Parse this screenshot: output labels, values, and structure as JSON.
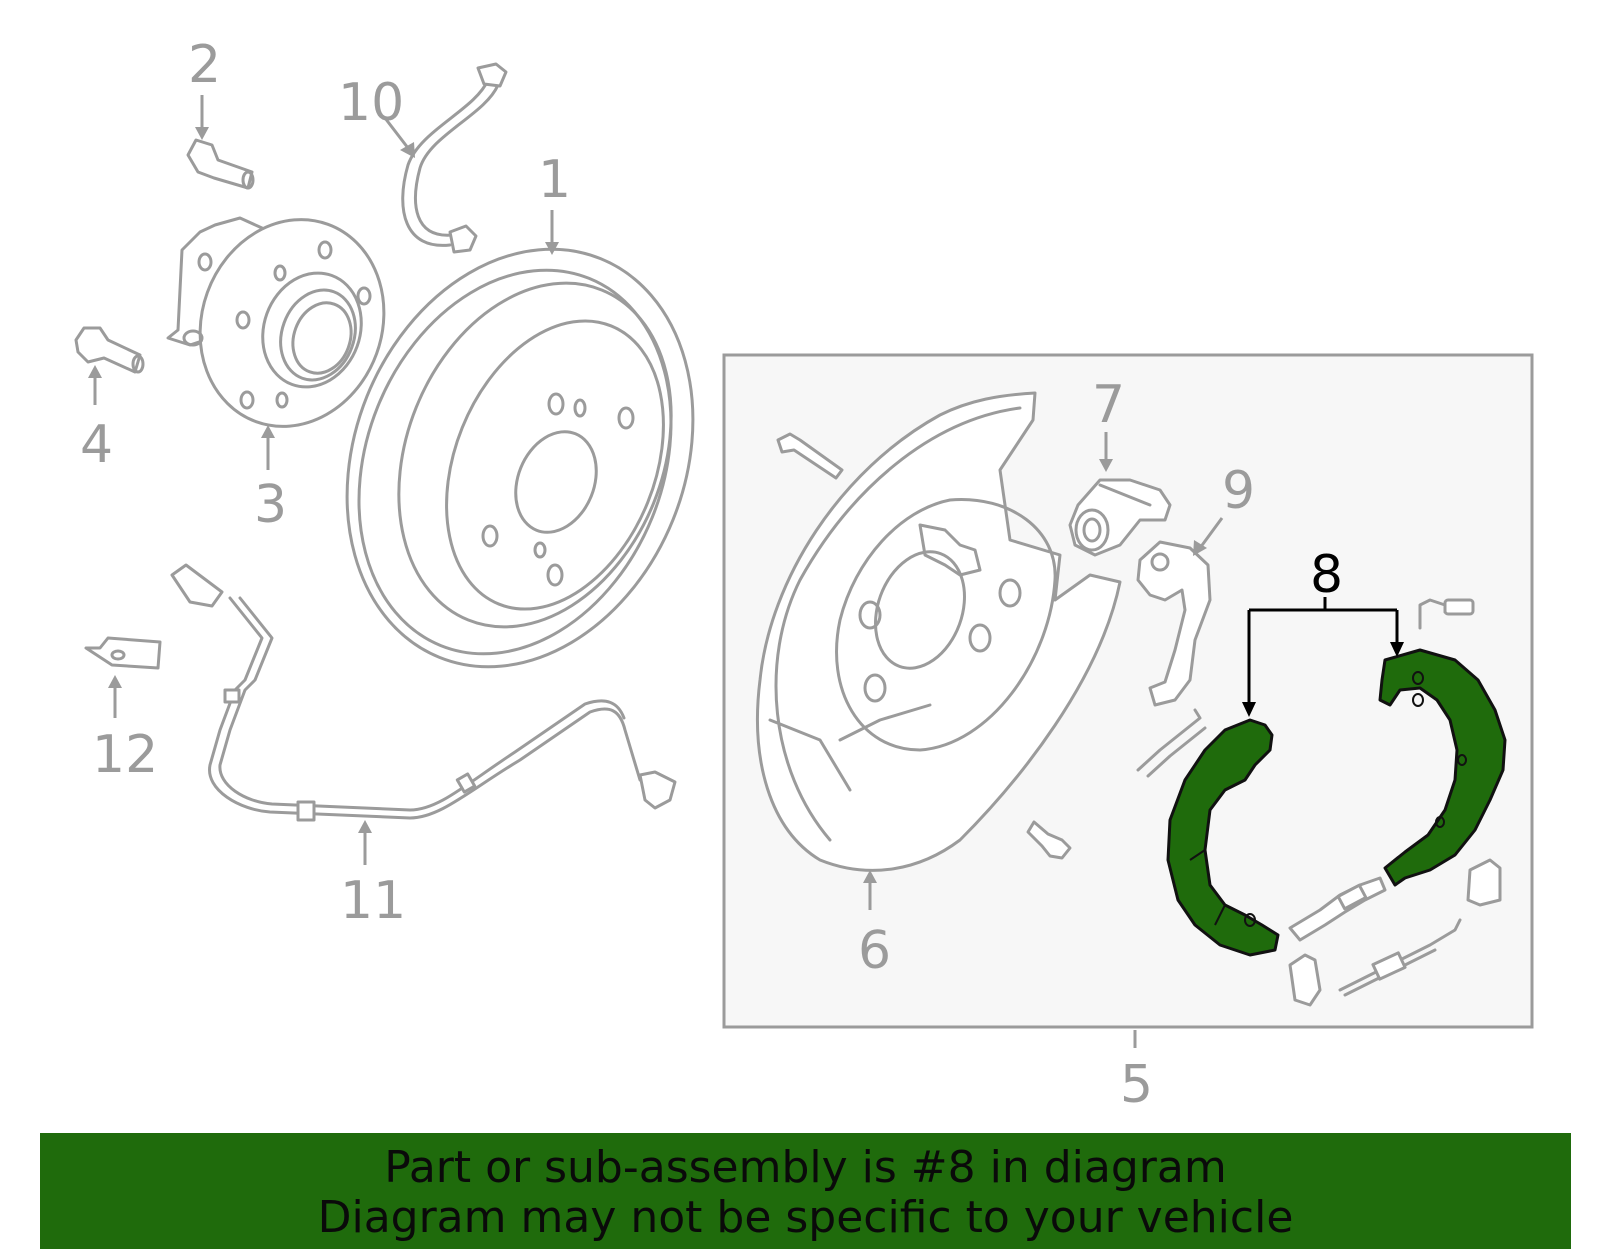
{
  "diagram": {
    "callouts": {
      "c1": "1",
      "c2": "2",
      "c3": "3",
      "c4": "4",
      "c5": "5",
      "c6": "6",
      "c7": "7",
      "c8": "8",
      "c9": "9",
      "c10": "10",
      "c11": "11",
      "c12": "12"
    },
    "highlighted_part": "8",
    "colors": {
      "part_stroke": "#9b9b9b",
      "highlight_fill": "#1f6b0c",
      "assembly_box_bg": "#f7f7f7",
      "banner_bg": "#1f6b0c"
    }
  },
  "banner": {
    "line1": "Part or sub-assembly is #8 in diagram",
    "line2": "Diagram may not be specific to your vehicle"
  }
}
